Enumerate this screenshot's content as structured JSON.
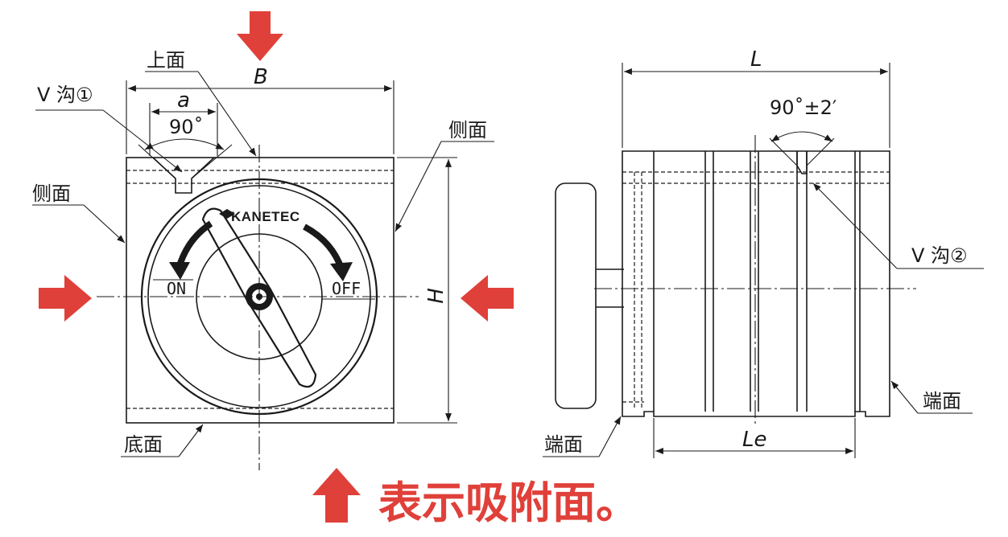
{
  "labels": {
    "top_face": "上面",
    "v_groove_1": "V 沟①",
    "v_groove_2": "V 沟②",
    "side_face_left": "侧面",
    "side_face_right": "侧面",
    "bottom_face": "底面",
    "end_face_left": "端面",
    "end_face_right": "端面",
    "dim_B": "B",
    "dim_a": "a",
    "dim_H": "H",
    "dim_L": "L",
    "dim_Le": "Le",
    "angle_front": "90˚",
    "angle_side": "90˚±2′",
    "knob_on": "ON",
    "knob_off": "OFF",
    "brand": "KANETEC"
  },
  "caption": {
    "text": "表示吸附面。",
    "color": "#e0403a"
  },
  "colors": {
    "arrow": "#e0403a",
    "line": "#1a1a1a"
  }
}
